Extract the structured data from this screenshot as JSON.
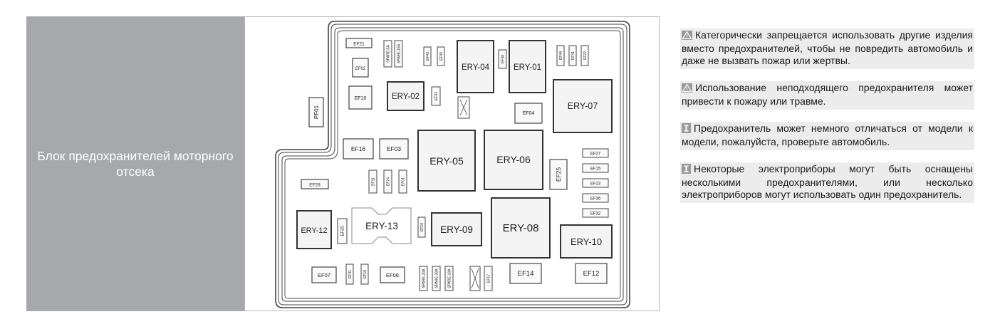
{
  "left_panel": {
    "title": "Блок предохранителей моторного отсека"
  },
  "diagram": {
    "relays": [
      {
        "label": "ERY-04"
      },
      {
        "label": "ERY-01"
      },
      {
        "label": "ERY-02"
      },
      {
        "label": "ERY-07"
      },
      {
        "label": "ERY-05"
      },
      {
        "label": "ERY-06"
      },
      {
        "label": "ERY-13"
      },
      {
        "label": "ERY-12"
      },
      {
        "label": "ERY-09"
      },
      {
        "label": "ERY-08"
      },
      {
        "label": "ERY-10"
      }
    ],
    "fuses": [
      {
        "label": "EF21"
      },
      {
        "label": "EF02"
      },
      {
        "label": "EF10"
      },
      {
        "label": "EF04"
      },
      {
        "label": "EF16"
      },
      {
        "label": "EF03"
      },
      {
        "label": "EF28"
      },
      {
        "label": "EF07"
      },
      {
        "label": "EF08"
      },
      {
        "label": "EF14"
      },
      {
        "label": "EF12"
      }
    ],
    "vertical_fuses": [
      {
        "label": "SPARE-5A"
      },
      {
        "label": "SPARE-15A"
      },
      {
        "label": "EF43"
      },
      {
        "label": "EF40"
      },
      {
        "label": "EF38"
      },
      {
        "label": "EF44"
      },
      {
        "label": "EF41"
      },
      {
        "label": "EF22"
      },
      {
        "label": "EF42"
      },
      {
        "label": "PF01"
      },
      {
        "label": "EF25"
      },
      {
        "label": "EF11"
      },
      {
        "label": "EF24"
      },
      {
        "label": "EF01"
      },
      {
        "label": "EF20"
      },
      {
        "label": "EF19"
      },
      {
        "label": "EF31"
      },
      {
        "label": "EF18"
      },
      {
        "label": "SPARE-20A"
      },
      {
        "label": "SPARE-30A"
      },
      {
        "label": "SPARE-10A"
      },
      {
        "label": "EF17"
      }
    ],
    "small_fuses": [
      {
        "label": "EF27"
      },
      {
        "label": "EF15"
      },
      {
        "label": "EF23"
      },
      {
        "label": "EF36"
      },
      {
        "label": "EF32"
      }
    ]
  },
  "notes": [
    {
      "icon": "warning-icon",
      "text": "Категорически запрещается использовать другие изделия вместо предохранителей, чтобы не повредить автомобиль и даже не вызвать пожар или жертвы."
    },
    {
      "icon": "warning-icon",
      "text": "Использование неподходящего предохранителя может привести к пожару или травме."
    },
    {
      "icon": "info-icon",
      "text": "Предохранитель может немного отличаться от модели к модели, пожалуйста, проверьте автомобиль."
    },
    {
      "icon": "info-icon",
      "text": "Некоторые электроприборы могут быть оснащены несколькими предохранителями, или несколько электроприборов могут использовать один предохранитель."
    }
  ]
}
